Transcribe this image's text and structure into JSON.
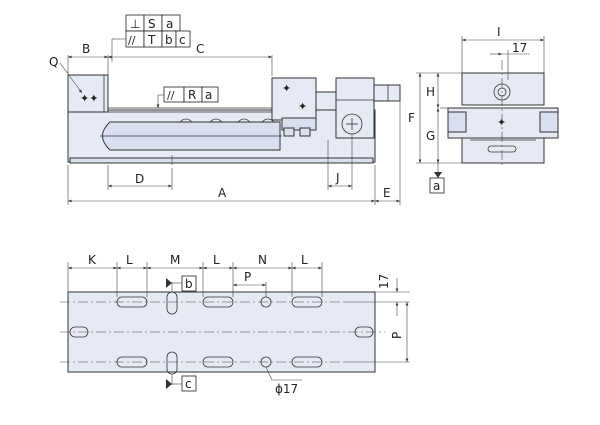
{
  "dimensions": {
    "A": "A",
    "B": "B",
    "C": "C",
    "D": "D",
    "E": "E",
    "F": "F",
    "G": "G",
    "H": "H",
    "I": "I",
    "J": "J",
    "K": "K",
    "L": "L",
    "M": "M",
    "N": "N",
    "P": "P",
    "Q": "Q",
    "seventeen": "17",
    "diameter": "ϕ17"
  },
  "tolerance_frame_top": {
    "row1": [
      "⊥",
      "S",
      "a"
    ],
    "row2": [
      "//",
      "T",
      "b",
      "c"
    ]
  },
  "tolerance_frame_jaw": [
    "//",
    "R",
    "a"
  ],
  "datums": {
    "a": "a",
    "b": "b",
    "c": "c"
  }
}
